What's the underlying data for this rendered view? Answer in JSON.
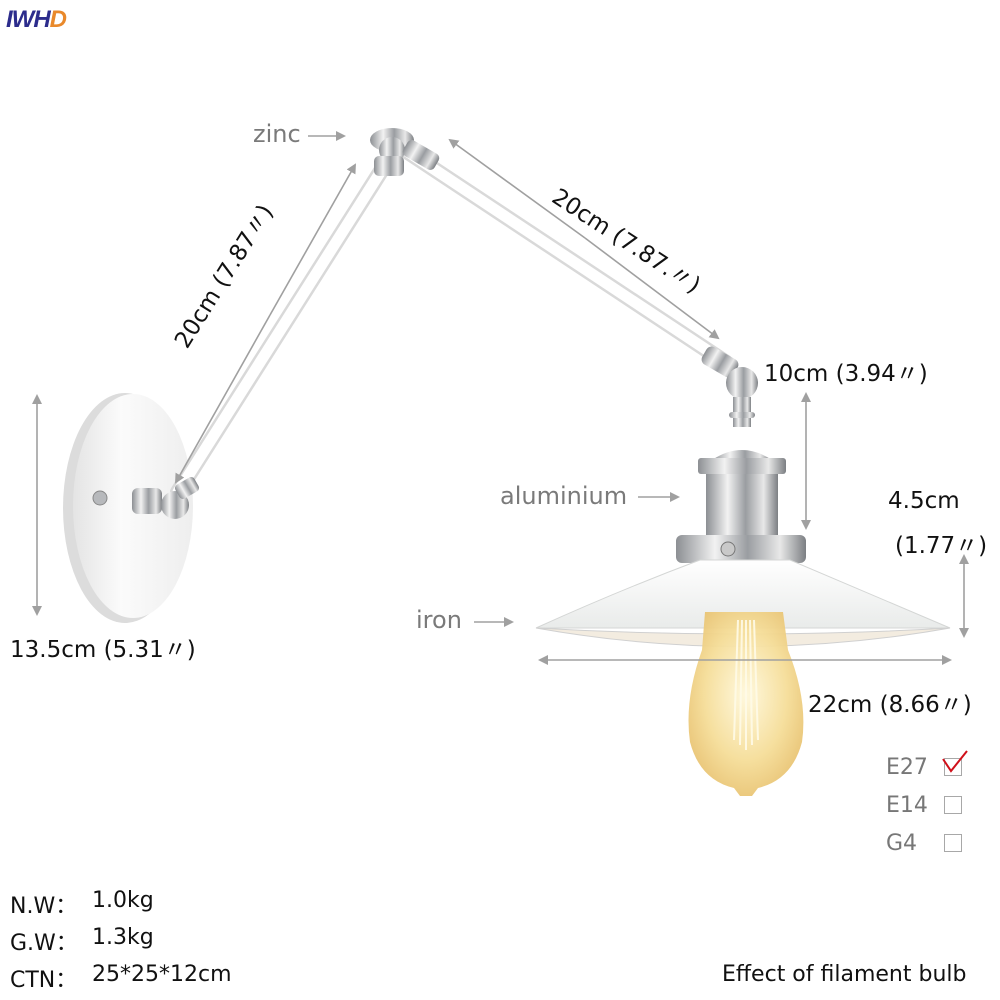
{
  "brand": {
    "logo_main": "IWH",
    "logo_accent": "D",
    "colors": {
      "main": "#2c2c8c",
      "accent": "#e9892b"
    }
  },
  "materials": {
    "zinc": "zinc",
    "aluminium": "aluminium",
    "iron": "iron"
  },
  "dimensions": {
    "lower_arm": "20cm (7.87〃)",
    "upper_arm": "20cm (7.87.〃)",
    "neck": "10cm (3.94〃)",
    "shade_height_cm": "4.5cm",
    "shade_height_in": "(1.77〃)",
    "shade_width": "22cm (8.66〃)",
    "base_diameter": "13.5cm (5.31〃)"
  },
  "sockets": [
    {
      "label": "E27",
      "checked": true
    },
    {
      "label": "E14",
      "checked": false
    },
    {
      "label": "G4",
      "checked": false
    }
  ],
  "specs": [
    {
      "label": "N.W：",
      "value": "1.0kg"
    },
    {
      "label": "G.W：",
      "value": "1.3kg"
    },
    {
      "label": "CTN：",
      "value": "25*25*12cm"
    }
  ],
  "caption": "Effect of filament bulb",
  "colors": {
    "check_mark": "#d0101a",
    "arrow": "#a0a0a0",
    "lamp_white": "#f4f4f2",
    "chrome": "#bfc1c4",
    "bulb": "#f3dc9a"
  }
}
